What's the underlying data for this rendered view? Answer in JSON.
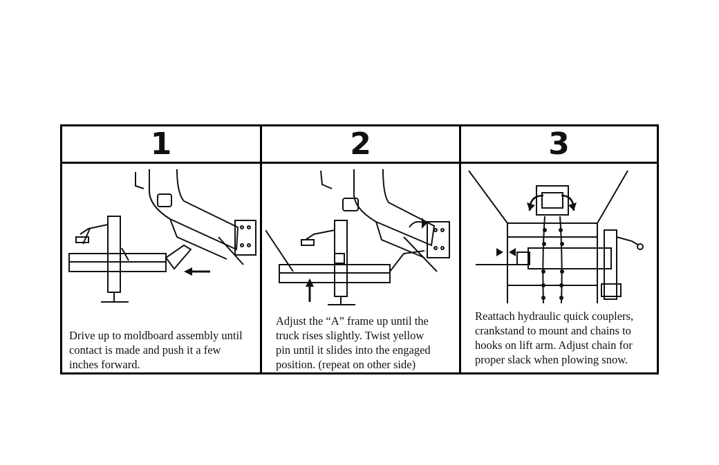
{
  "steps": [
    {
      "number": "1",
      "caption_lines": [
        "Drive up to moldboard assembly until",
        "contact is made and push it a few",
        "inches forward."
      ]
    },
    {
      "number": "2",
      "caption_lines": [
        "Adjust the “A” frame up until the",
        "truck rises slightly.  Twist yellow",
        "pin until it slides into the engaged",
        "position. (repeat on other side)"
      ]
    },
    {
      "number": "3",
      "caption_lines": [
        "Reattach hydraulic quick couplers,",
        "crankstand to mount and chains to",
        "hooks on lift arm.  Adjust chain for",
        "proper slack when plowing snow."
      ]
    }
  ]
}
